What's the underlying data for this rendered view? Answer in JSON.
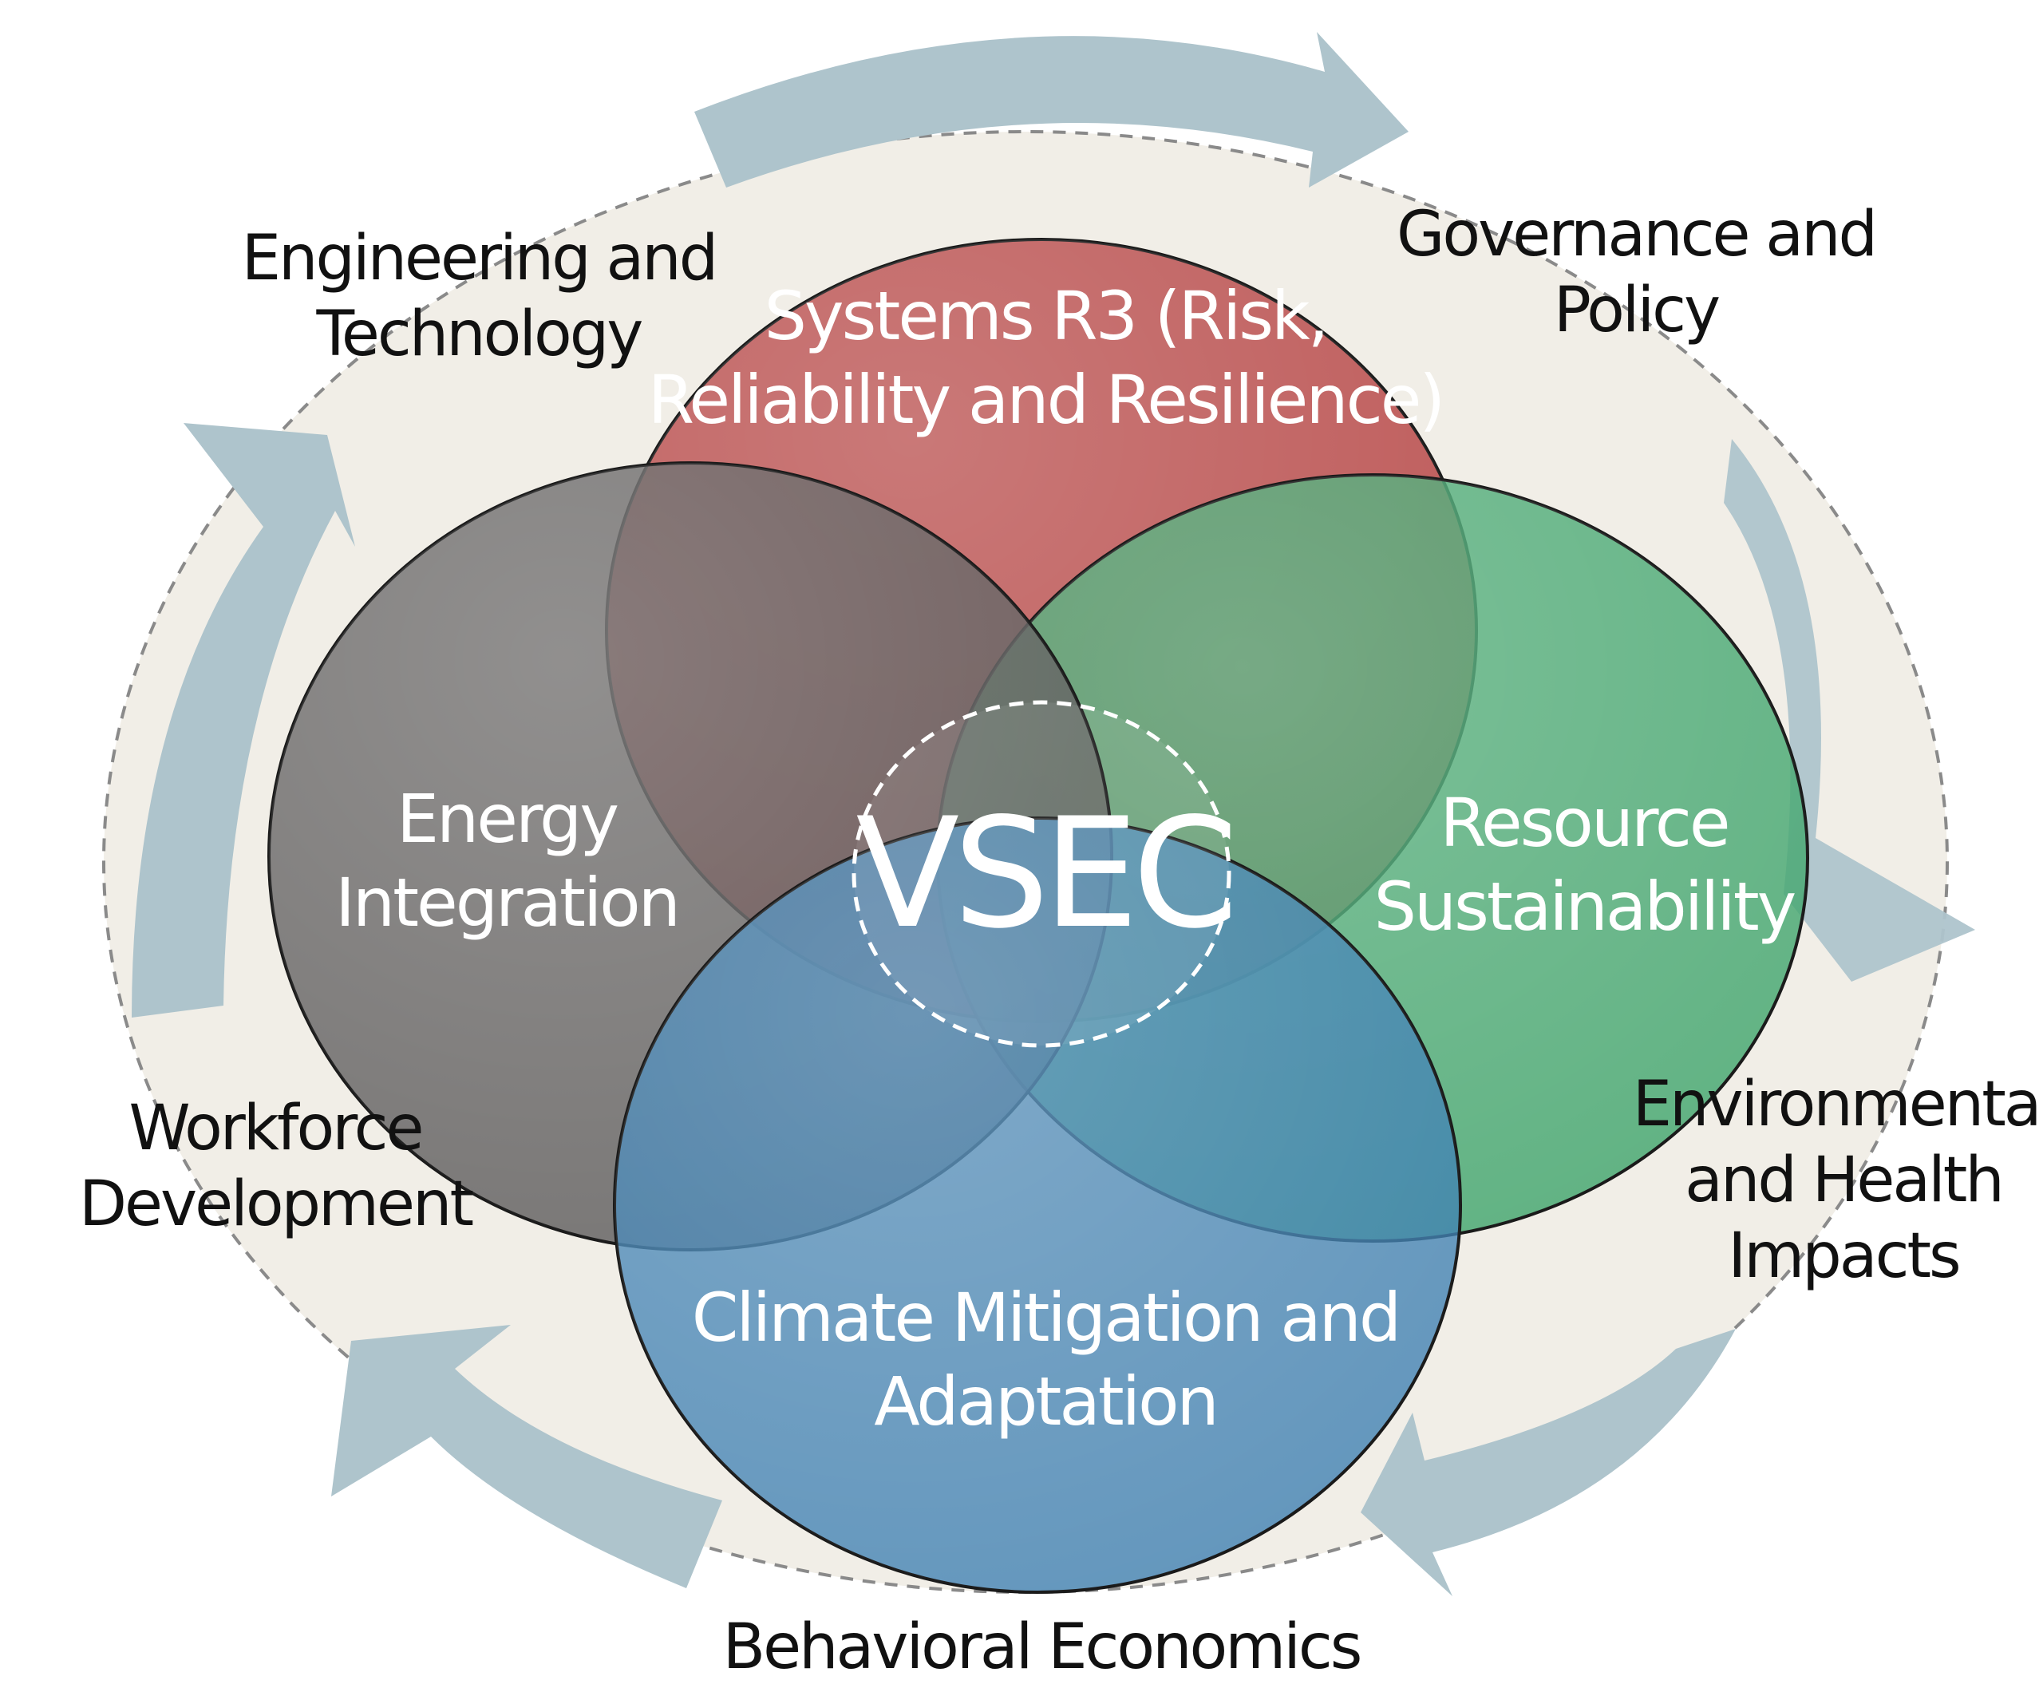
{
  "center": {
    "label": "VSEC"
  },
  "circles": {
    "systems": {
      "lines": [
        "Systems R3 (Risk,",
        "Reliability and Resilience)"
      ],
      "color": "#b23a3a"
    },
    "energy": {
      "lines": [
        "Energy",
        "Integration"
      ],
      "color": "#5e5d5d"
    },
    "resource": {
      "lines": [
        "Resource",
        "Sustainability"
      ],
      "color": "#3fa46c"
    },
    "climate": {
      "lines": [
        "Climate Mitigation and",
        "Adaptation"
      ],
      "color": "#3c7fb1"
    }
  },
  "outer_labels": {
    "engineering": [
      "Engineering and",
      "Technology"
    ],
    "governance": [
      "Governance and",
      "Policy"
    ],
    "environmental": [
      "Environmental",
      "and Health",
      "Impacts"
    ],
    "behavioral": [
      "Behavioral Economics"
    ],
    "workforce": [
      "Workforce",
      "Development"
    ]
  },
  "colors": {
    "ring": "#f1eee7",
    "arrow": "#aec4cc",
    "dash": "#8a8a8a"
  }
}
